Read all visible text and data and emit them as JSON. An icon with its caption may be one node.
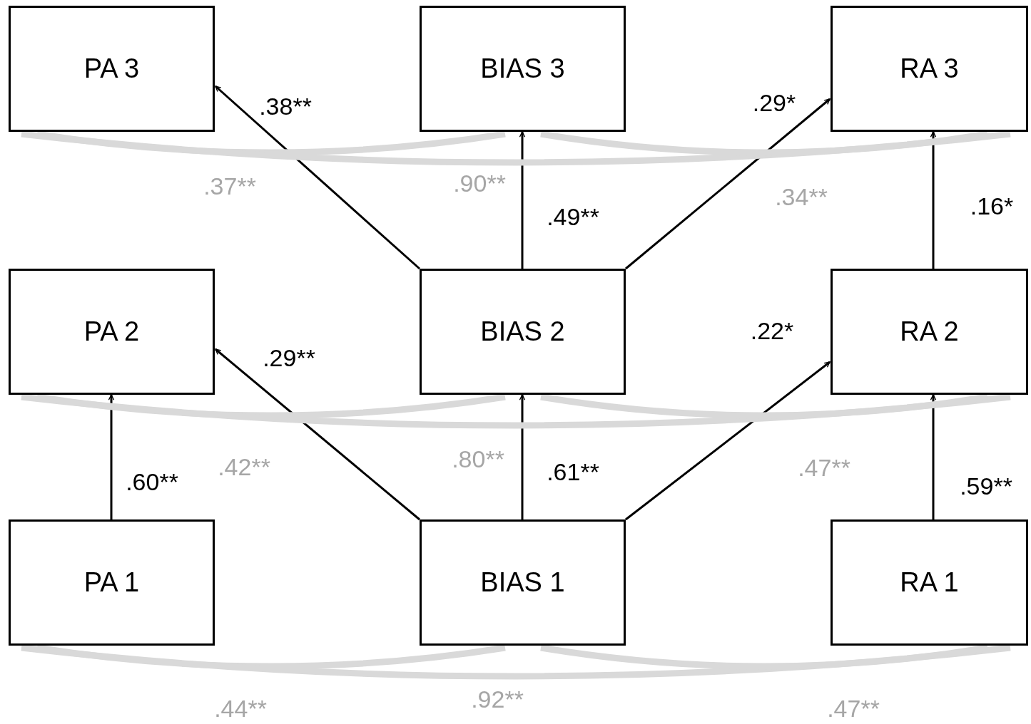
{
  "diagram": {
    "nodes": [
      {
        "text": [
          "PA 3"
        ]
      },
      {
        "text": [
          "BIAS 3"
        ]
      },
      {
        "text": [
          "RA 3"
        ]
      },
      {
        "text": [
          "PA 2"
        ]
      },
      {
        "text": [
          "BIAS 2"
        ]
      },
      {
        "text": [
          "RA 2"
        ]
      },
      {
        "text": [
          "PA 1"
        ]
      },
      {
        "text": [
          "BIAS 1"
        ]
      },
      {
        "text": [
          "RA 1"
        ]
      }
    ],
    "edges": [
      {
        "from": 6,
        "to": 3,
        "arrow": "to",
        "label": ".60**"
      },
      {
        "from": 7,
        "to": 3,
        "arrow": "to",
        "label": ".29**"
      },
      {
        "from": 7,
        "to": 4,
        "arrow": "to",
        "label": ".61**"
      },
      {
        "from": 7,
        "to": 5,
        "arrow": "to",
        "label": ".22*"
      },
      {
        "from": 8,
        "to": 5,
        "arrow": "to",
        "label": ".59**"
      },
      {
        "from": 4,
        "to": 0,
        "arrow": "to",
        "label": ".38**"
      },
      {
        "from": 4,
        "to": 1,
        "arrow": "to",
        "label": ".49**"
      },
      {
        "from": 4,
        "to": 2,
        "arrow": "to",
        "label": ".29*"
      },
      {
        "from": 5,
        "to": 2,
        "arrow": "to",
        "label": ".16*"
      },
      {
        "from": 0,
        "to": 1,
        "arrow": "none",
        "label": ".37**",
        "style": "thick",
        "color": "#d9d9d9"
      },
      {
        "from": 0,
        "to": 2,
        "arrow": "none",
        "label": ".90**",
        "style": "thick",
        "color": "#d9d9d9"
      },
      {
        "from": 1,
        "to": 2,
        "arrow": "none",
        "label": ".34**",
        "style": "thick",
        "color": "#d9d9d9"
      },
      {
        "from": 3,
        "to": 4,
        "arrow": "none",
        "label": ".42**",
        "style": "thick",
        "color": "#d9d9d9"
      },
      {
        "from": 3,
        "to": 5,
        "arrow": "none",
        "label": ".80**",
        "style": "thick",
        "color": "#d9d9d9"
      },
      {
        "from": 4,
        "to": 5,
        "arrow": "none",
        "label": ".47**",
        "style": "thick",
        "color": "#d9d9d9"
      },
      {
        "from": 6,
        "to": 7,
        "arrow": "none",
        "label": ".44**",
        "style": "thick",
        "color": "#d9d9d9"
      },
      {
        "from": 6,
        "to": 8,
        "arrow": "none",
        "label": ".92**",
        "style": "thick",
        "color": "#d9d9d9"
      },
      {
        "from": 7,
        "to": 8,
        "arrow": "none",
        "label": ".47**",
        "style": "thick",
        "color": "#d9d9d9"
      }
    ]
  }
}
